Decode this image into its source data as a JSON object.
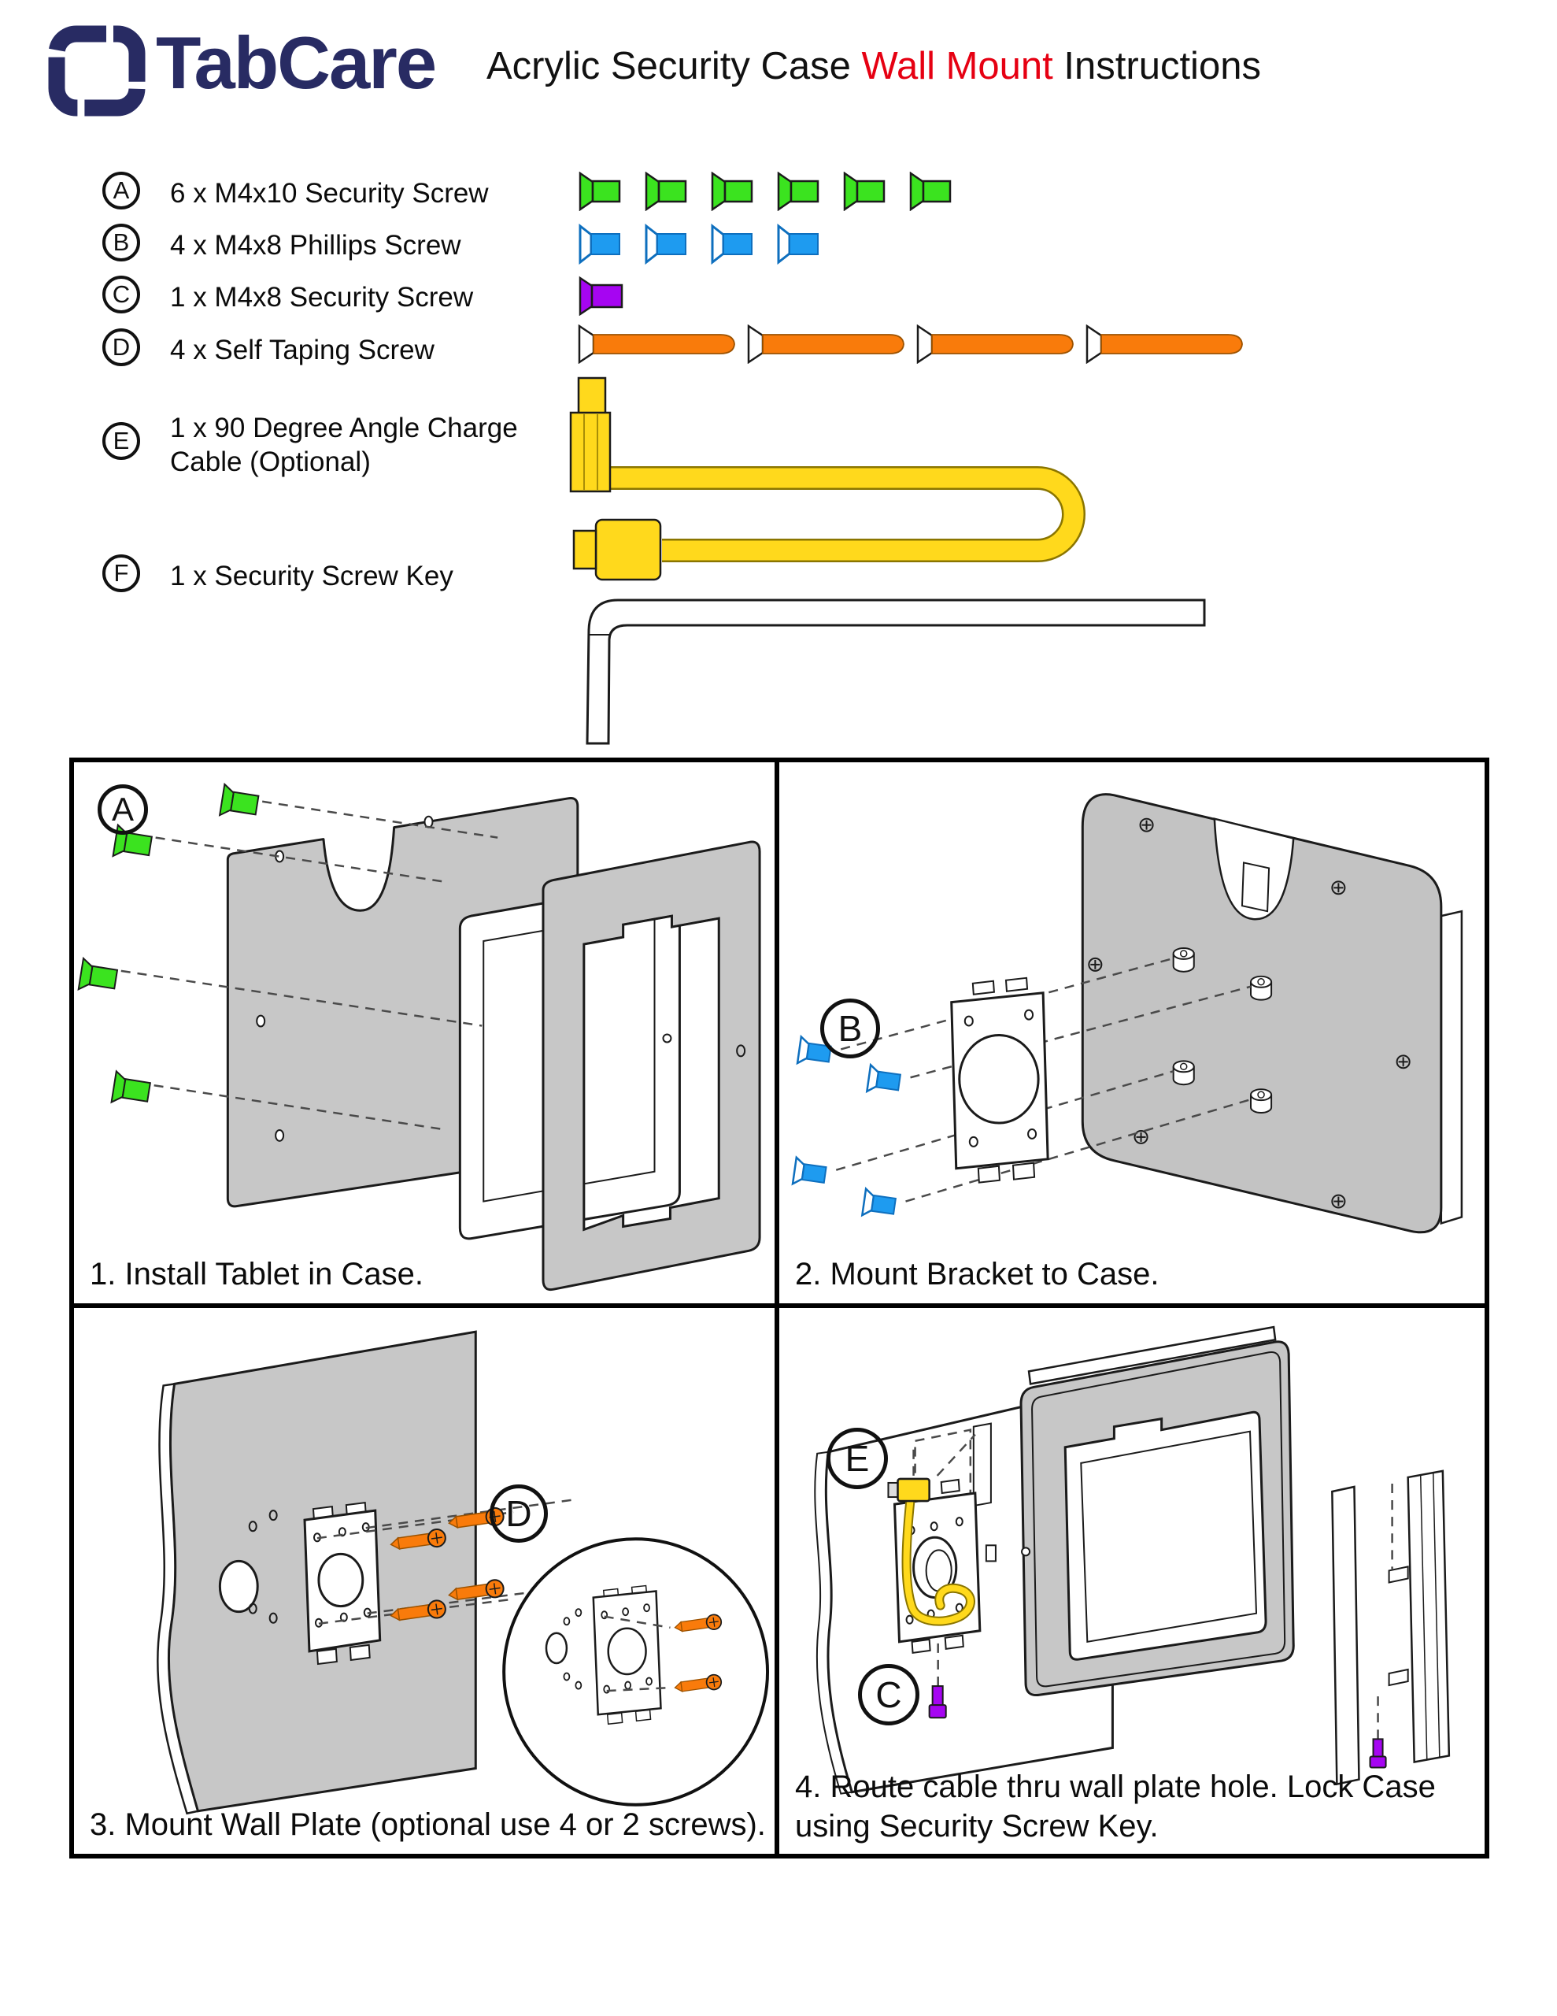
{
  "colors": {
    "navy": "#282B63",
    "red": "#E60012",
    "green": "#3BE31F",
    "blue": "#1E9BF0",
    "blue_dark": "#0E6FBE",
    "purple": "#A605F2",
    "orange": "#F97B0B",
    "orange_dark": "#9C5200",
    "yellow": "#FFD91C",
    "yellow_dark": "#8A7500",
    "gray_fill": "#C7C7C7",
    "gray_case": "#C3C3C3"
  },
  "header": {
    "brand": "TabCare",
    "title_part1": "Acrylic Security Case ",
    "title_accent": "Wall Mount",
    "title_part2": " Instructions"
  },
  "parts": {
    "items": [
      {
        "id": "A",
        "qty": "6",
        "label": "6 x M4x10 Security Screw",
        "icon": "green-security-screw"
      },
      {
        "id": "B",
        "qty": "4",
        "label": "4 x M4x8 Phillips Screw",
        "icon": "blue-phillips-screw"
      },
      {
        "id": "C",
        "qty": "1",
        "label": "1 x M4x8 Security Screw",
        "icon": "purple-security-screw"
      },
      {
        "id": "D",
        "qty": "4",
        "label": "4 x Self Taping Screw",
        "icon": "orange-self-taping-screw"
      },
      {
        "id": "E",
        "qty": "1",
        "label": "1 x 90 Degree Angle Charge Cable (Optional)",
        "icon": "yellow-angle-charge-cable"
      },
      {
        "id": "F",
        "qty": "1",
        "label": "1 x Security Screw Key",
        "icon": "allen-security-key"
      }
    ]
  },
  "steps": {
    "items": [
      {
        "num": "1",
        "badges": [
          "A"
        ],
        "caption": "1. Install Tablet in Case."
      },
      {
        "num": "2",
        "badges": [
          "B"
        ],
        "caption": "2. Mount Bracket to Case."
      },
      {
        "num": "3",
        "badges": [
          "D"
        ],
        "caption": "3. Mount Wall Plate (optional use 4 or 2 screws)."
      },
      {
        "num": "4",
        "badges": [
          "E",
          "C"
        ],
        "caption": "4. Route cable thru wall plate hole. Lock Case using Security Screw Key.",
        "caption_line1": "4. Route cable thru wall plate hole. Lock Case",
        "caption_line2": "using Security Screw Key."
      }
    ]
  }
}
